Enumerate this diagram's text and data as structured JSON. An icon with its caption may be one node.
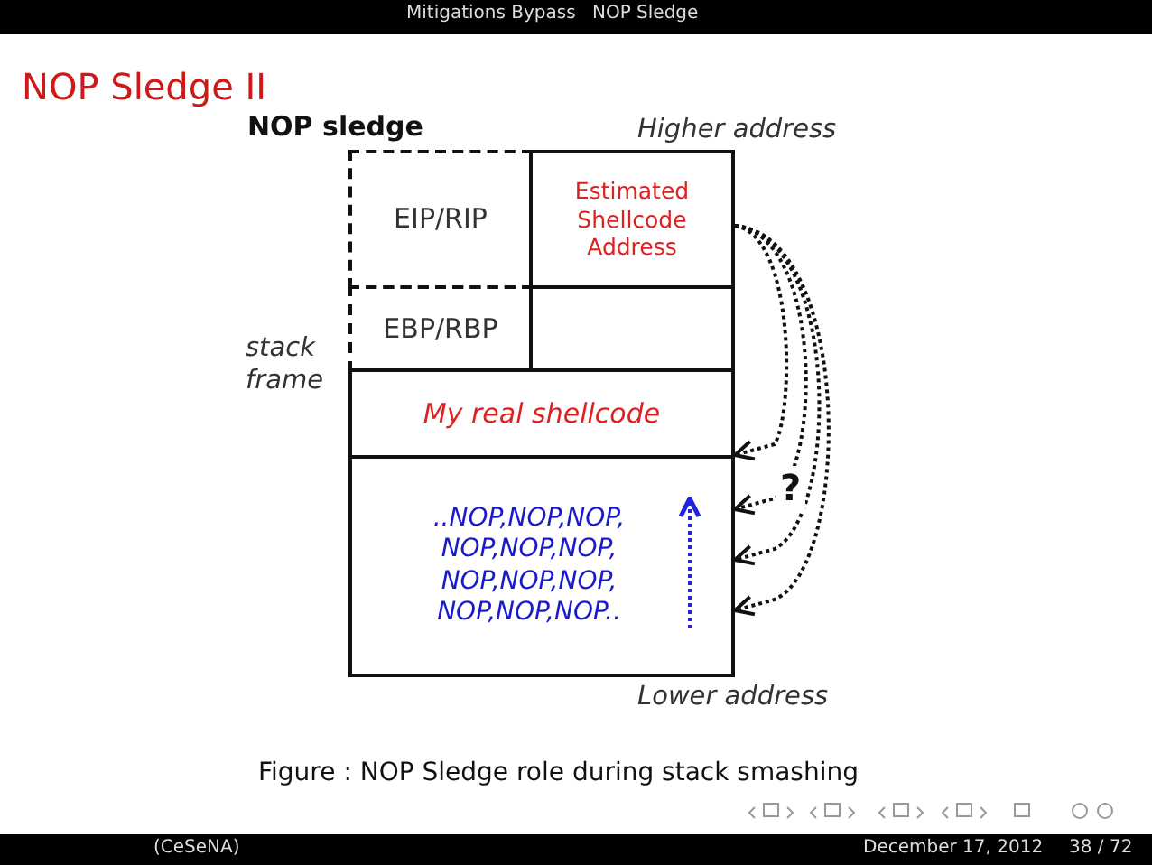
{
  "diagram": {
    "title": "NOP Sledge II",
    "caption": "Figure : NOP Sledge role during stack smashing",
    "nodes": [
      {
        "text": [
          "EIP/RIP"
        ]
      },
      {
        "text": [
          "Estimated Shellcode Address"
        ]
      },
      {
        "text": [
          "EBP/RBP"
        ]
      },
      {
        "text": [],
        "shape": "box"
      },
      {
        "text": [
          "My real shellcode"
        ]
      },
      {
        "text": [
          "..NOP,NOP,NOP, NOP,NOP,NOP, NOP,NOP,NOP, NOP,NOP,NOP.."
        ]
      }
    ],
    "edges": [
      {
        "from": 1,
        "to": 4,
        "arrow": "to",
        "style": "dashed"
      },
      {
        "from": 1,
        "to": 5,
        "arrow": "to",
        "style": "dashed"
      },
      {
        "from": 1,
        "to": 5,
        "arrow": "to",
        "style": "dashed"
      },
      {
        "from": 1,
        "to": 5,
        "arrow": "to",
        "style": "dashed"
      }
    ],
    "labels": [
      "Mitigations Bypass",
      "NOP Sledge",
      "NOP sledge",
      "Higher address",
      "stack frame",
      "?",
      "Lower address",
      "(CeSeNA)",
      "December 17, 2012",
      "38 / 72"
    ]
  }
}
